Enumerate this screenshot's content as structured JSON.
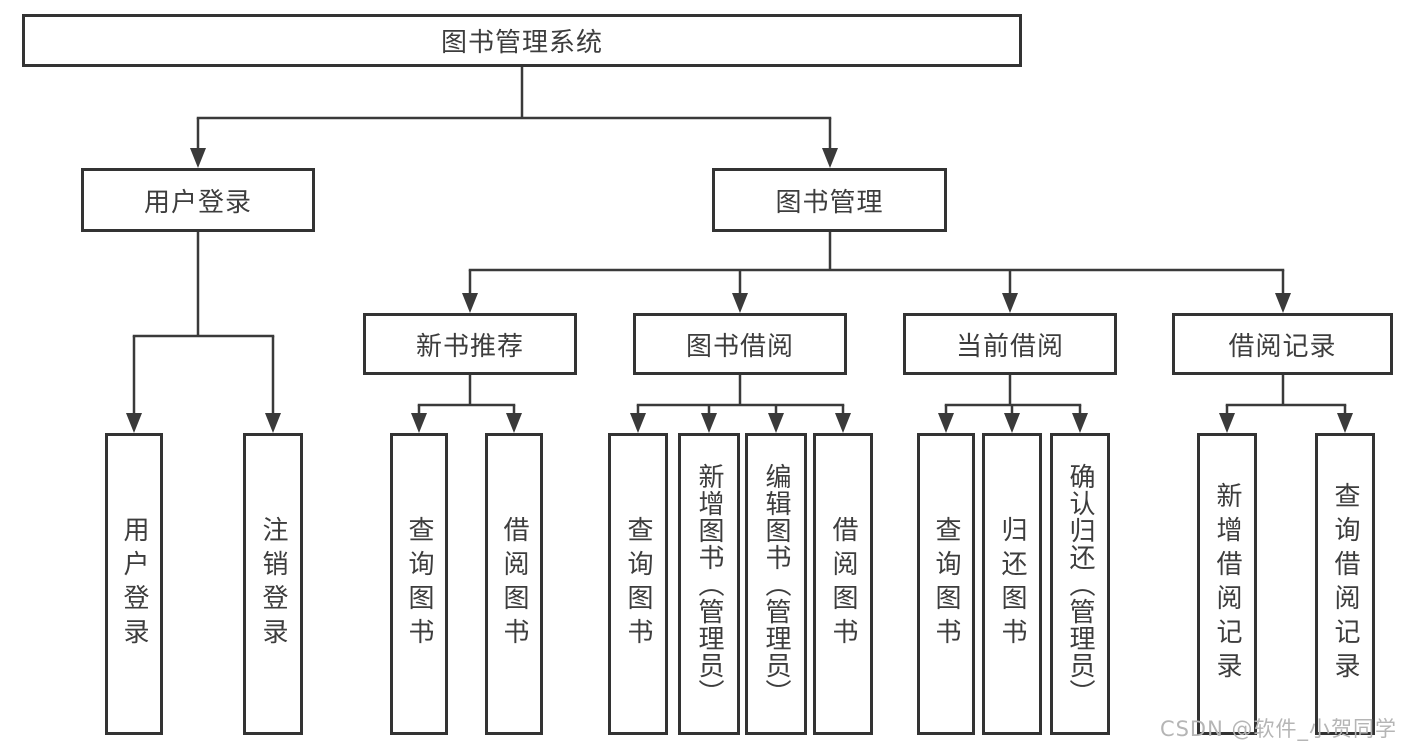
{
  "diagram": {
    "type": "hierarchy",
    "root": {
      "label": "图书管理系统",
      "children": [
        {
          "label": "用户登录",
          "children": [
            {
              "label": "用户登录"
            },
            {
              "label": "注销登录"
            }
          ]
        },
        {
          "label": "图书管理",
          "children": [
            {
              "label": "新书推荐",
              "children": [
                {
                  "label": "查询图书"
                },
                {
                  "label": "借阅图书"
                }
              ]
            },
            {
              "label": "图书借阅",
              "children": [
                {
                  "label": "查询图书"
                },
                {
                  "label": "新增图书（管理员）"
                },
                {
                  "label": "编辑图书（管理员）"
                },
                {
                  "label": "借阅图书"
                }
              ]
            },
            {
              "label": "当前借阅",
              "children": [
                {
                  "label": "查询图书"
                },
                {
                  "label": "归还图书"
                },
                {
                  "label": "确认归还（管理员）"
                }
              ]
            },
            {
              "label": "借阅记录",
              "children": [
                {
                  "label": "新增借阅记录"
                },
                {
                  "label": "查询借阅记录"
                }
              ]
            }
          ]
        }
      ]
    }
  },
  "watermark": "CSDN @软件_小贺同学",
  "colors": {
    "line": "#3a3a3a",
    "box_border": "#333333",
    "text": "#3d3d3d",
    "watermark": "#b5b5b5",
    "background": "#ffffff"
  }
}
